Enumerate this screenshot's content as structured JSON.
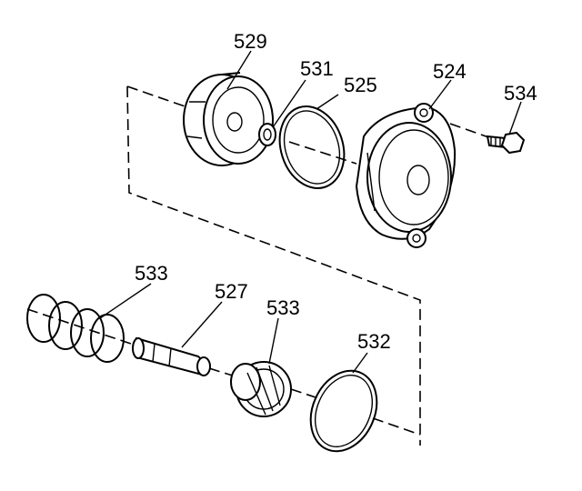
{
  "diagram": {
    "callouts": [
      {
        "id": "529",
        "label": "529"
      },
      {
        "id": "531",
        "label": "531"
      },
      {
        "id": "525",
        "label": "525"
      },
      {
        "id": "524",
        "label": "524"
      },
      {
        "id": "534",
        "label": "534"
      },
      {
        "id": "533a",
        "label": "533"
      },
      {
        "id": "527",
        "label": "527"
      },
      {
        "id": "533b",
        "label": "533"
      },
      {
        "id": "532",
        "label": "532"
      }
    ]
  }
}
